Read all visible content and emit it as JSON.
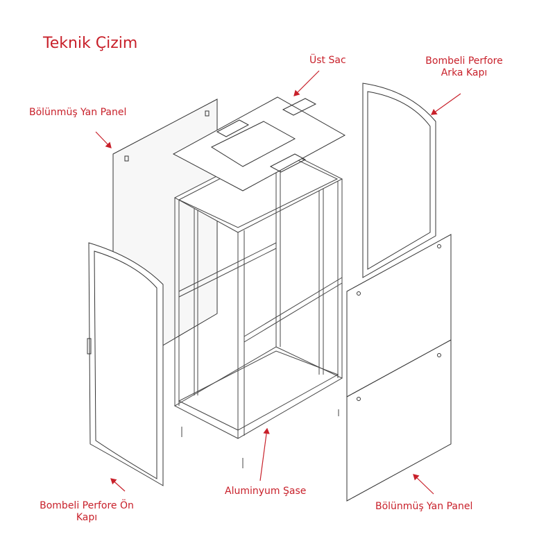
{
  "title": "Teknik Çizim",
  "labels": {
    "top_plate": "Üst Sac",
    "rear_door_line1": "Bombeli Perfore",
    "rear_door_line2": "Arka Kapı",
    "left_side_panel": "Bölünmüş Yan Panel",
    "front_door_line1": "Bombeli Perfore Ön",
    "front_door_line2": "Kapı",
    "chassis": "Aluminyum Şase",
    "right_side_panel": "Bölünmüş Yan Panel"
  },
  "colors": {
    "label": "#c8202a",
    "line": "#333333"
  }
}
